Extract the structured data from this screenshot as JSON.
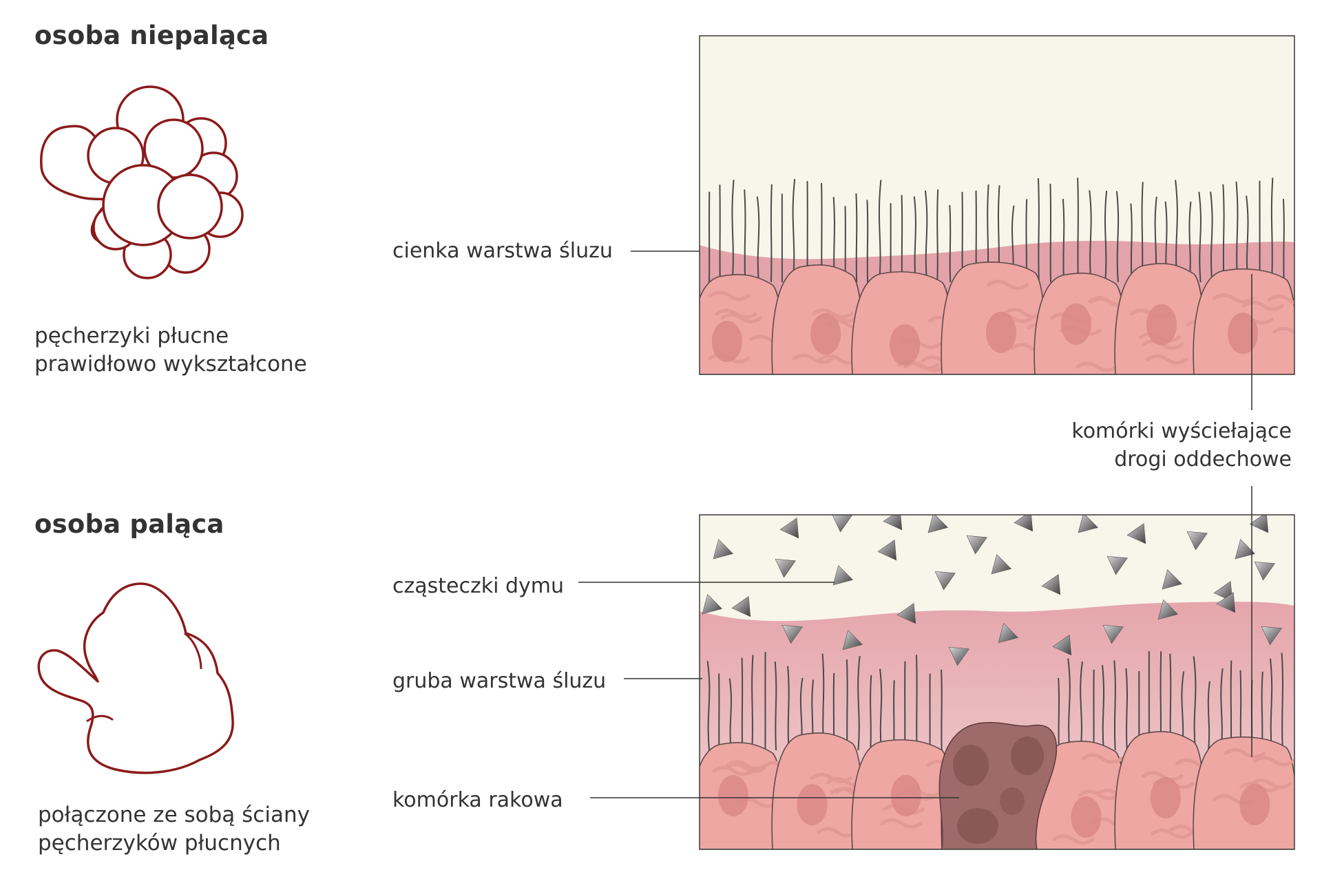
{
  "sections": {
    "non_smoker": {
      "heading": "osoba niepaląca",
      "alveoli_caption": [
        "pęcherzyki płucne",
        "prawidłowo wykształcone"
      ],
      "labels": {
        "mucus": "cienka warstwa śluzu"
      }
    },
    "smoker": {
      "heading": "osoba paląca",
      "alveoli_caption": [
        "połączone ze sobą ściany",
        "pęcherzyków płucnych"
      ],
      "labels": {
        "smoke": "cząsteczki dymu",
        "mucus": "gruba warstwa śluzu",
        "cancer": "komórka rakowa"
      }
    }
  },
  "shared_label": [
    "komórki wyściełające",
    "drogi oddechowe"
  ],
  "colors": {
    "alveoli_outline": "#8b1a1a",
    "air": "#f8f6ea",
    "mucus_thin": "#e3a3a8",
    "mucus_thick": "#e6a9ae",
    "cell_fill": "#eea7a3",
    "cell_nucleus": "#d98888",
    "cancer_cell": "#9e6a6a",
    "cilia": "#4a4a4a",
    "smoke_particle": "#8a8a8a",
    "leader_line": "#333333"
  }
}
